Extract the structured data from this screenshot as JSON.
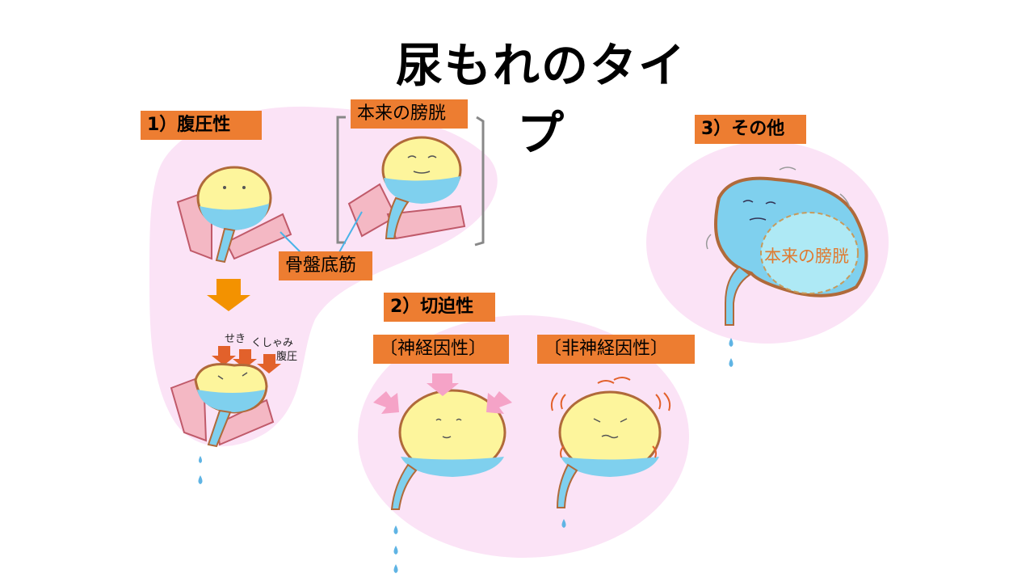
{
  "title": "尿もれのタイプ",
  "labels": {
    "stress": "1）腹圧性",
    "original_bladder_top": "本来の膀胱",
    "pelvic_floor": "骨盤底筋",
    "urge": "2）切迫性",
    "neurogenic": "〔神経因性〕",
    "non_neurogenic": "〔非神経因性〕",
    "other": "3）その他",
    "original_bladder_right": "本来の膀胱"
  },
  "annotations": {
    "cough": "せき",
    "sneeze": "くしゃみ",
    "abdominal_pressure": "腹圧"
  },
  "colors": {
    "label_bg": "#ed7d31",
    "blob_pink": "#fbe3f6",
    "bladder_yellow": "#fdf59c",
    "urine_blue": "#7fd0ee",
    "muscle_pink": "#f4b8c4",
    "arrow_orange": "#f39200"
  }
}
